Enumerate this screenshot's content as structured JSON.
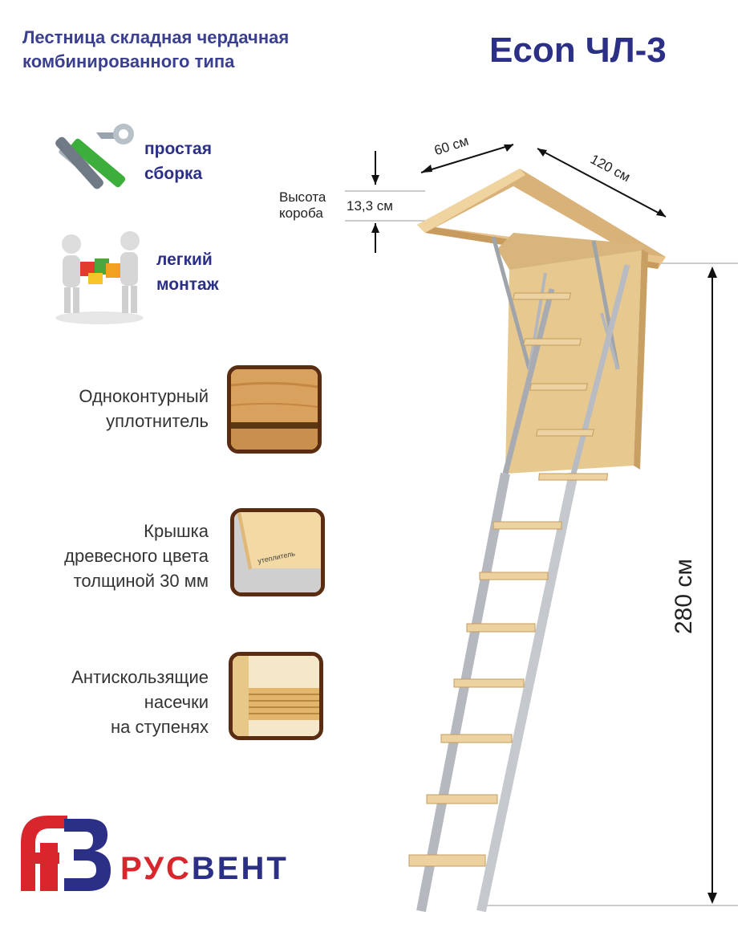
{
  "header": {
    "title_line1": "Лестница складная чердачная",
    "title_line2": "комбинированного типа",
    "model": "Econ ЧЛ-3"
  },
  "features": [
    {
      "label_line1": "простая",
      "label_line2": "сборка",
      "icon": "hammer-wrench-icon"
    },
    {
      "label_line1": "легкий",
      "label_line2": "монтаж",
      "icon": "puzzle-people-icon"
    }
  ],
  "details": [
    {
      "line1": "Одноконтурный",
      "line2": "уплотнитель",
      "line3": ""
    },
    {
      "line1": "Крышка",
      "line2": "древесного цвета",
      "line3": "толщиной 30 мм",
      "inset_label": "утеплитель"
    },
    {
      "line1": "Антискользящие",
      "line2": "насечки",
      "line3": "на ступенях"
    }
  ],
  "dimensions": {
    "width": "60 см",
    "length": "120 см",
    "box_height_label_line1": "Высота",
    "box_height_label_line2": "короба",
    "box_height": "13,3 см",
    "total_height": "280 см"
  },
  "brand": {
    "name": "РУСВЕНТ",
    "name_part1": "РУС",
    "name_part2": "ВЕНТ",
    "color_red": "#d8262c",
    "color_navy": "#2b2f86"
  },
  "colors": {
    "title": "#3a3f8f",
    "wood": "#e9cf9c",
    "metal": "#c9ccd2"
  }
}
